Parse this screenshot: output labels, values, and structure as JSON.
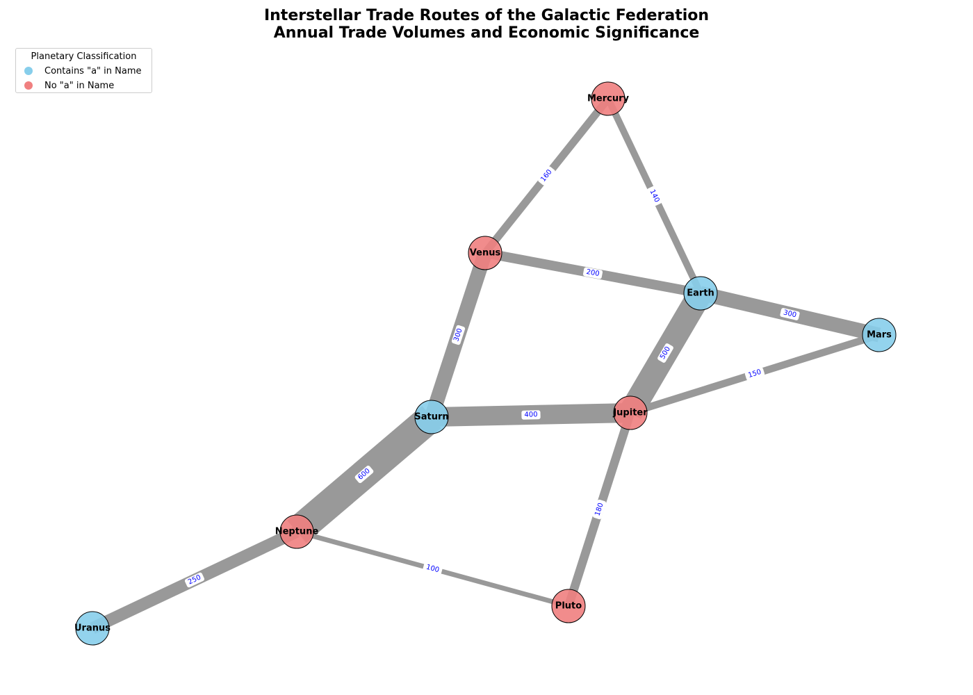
{
  "title": {
    "line1": "Interstellar Trade Routes of the Galactic Federation",
    "line2": "Annual Trade Volumes and Economic Significance"
  },
  "legend": {
    "title": "Planetary Classification",
    "items": [
      {
        "label": "Contains \"a\" in Name",
        "color": "#87ceeb"
      },
      {
        "label": "No \"a\" in Name",
        "color": "#f08080"
      }
    ]
  },
  "colors": {
    "edge": "#999999",
    "edge_label_text": "#0000ff",
    "node_with_a": "#87ceeb",
    "node_without_a": "#f08080",
    "node_outline": "#000000"
  },
  "nodes": [
    {
      "id": "Mercury",
      "label": "Mercury",
      "class": "no_a"
    },
    {
      "id": "Venus",
      "label": "Venus",
      "class": "no_a"
    },
    {
      "id": "Earth",
      "label": "Earth",
      "class": "with_a"
    },
    {
      "id": "Mars",
      "label": "Mars",
      "class": "with_a"
    },
    {
      "id": "Jupiter",
      "label": "Jupiter",
      "class": "no_a"
    },
    {
      "id": "Saturn",
      "label": "Saturn",
      "class": "with_a"
    },
    {
      "id": "Neptune",
      "label": "Neptune",
      "class": "no_a"
    },
    {
      "id": "Uranus",
      "label": "Uranus",
      "class": "with_a"
    },
    {
      "id": "Pluto",
      "label": "Pluto",
      "class": "no_a"
    }
  ],
  "edges": [
    {
      "source": "Mercury",
      "target": "Venus",
      "volume": 160
    },
    {
      "source": "Mercury",
      "target": "Earth",
      "volume": 140
    },
    {
      "source": "Venus",
      "target": "Earth",
      "volume": 200
    },
    {
      "source": "Venus",
      "target": "Saturn",
      "volume": 300
    },
    {
      "source": "Earth",
      "target": "Mars",
      "volume": 300
    },
    {
      "source": "Earth",
      "target": "Jupiter",
      "volume": 500
    },
    {
      "source": "Mars",
      "target": "Jupiter",
      "volume": 150
    },
    {
      "source": "Saturn",
      "target": "Jupiter",
      "volume": 400
    },
    {
      "source": "Saturn",
      "target": "Neptune",
      "volume": 600
    },
    {
      "source": "Jupiter",
      "target": "Pluto",
      "volume": 180
    },
    {
      "source": "Neptune",
      "target": "Pluto",
      "volume": 100
    },
    {
      "source": "Neptune",
      "target": "Uranus",
      "volume": 250
    }
  ]
}
